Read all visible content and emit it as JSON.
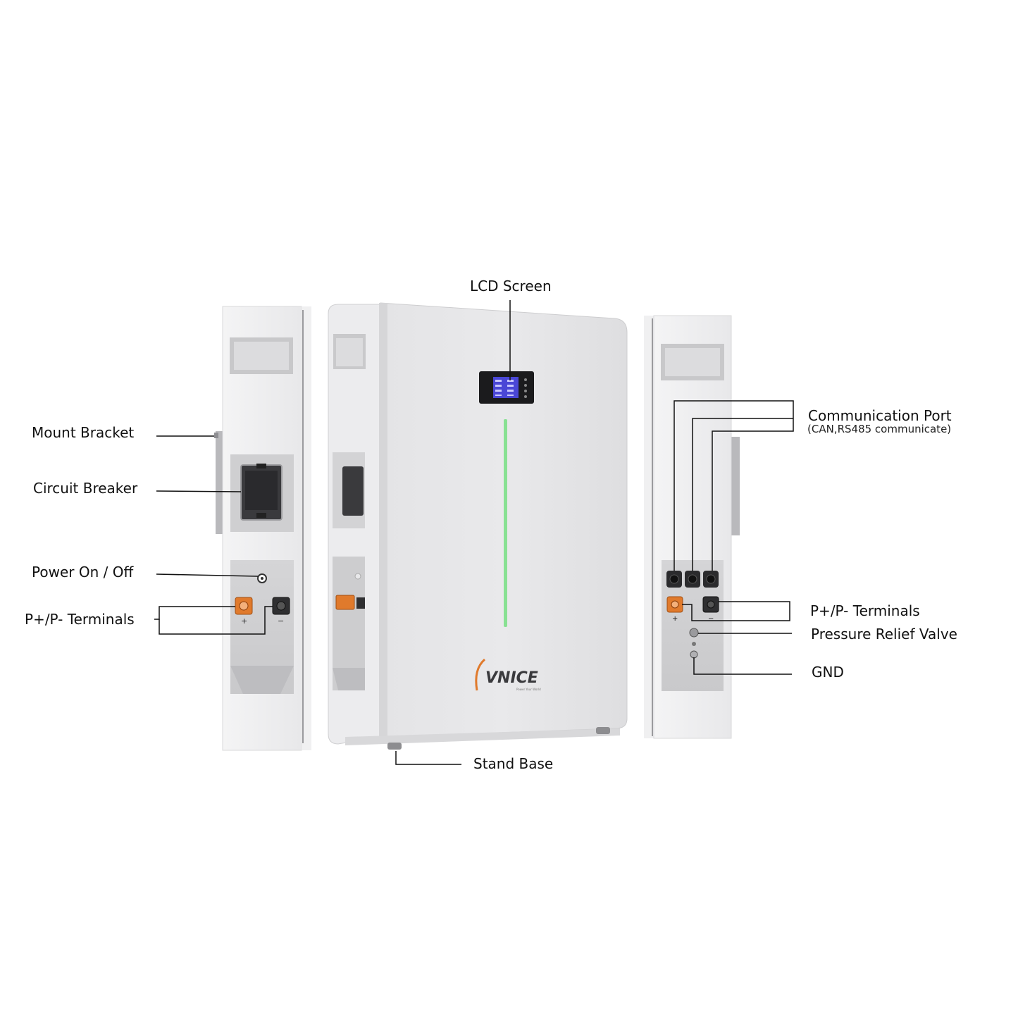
{
  "labels": {
    "lcd_screen": "LCD Screen",
    "mount_bracket": "Mount Bracket",
    "circuit_breaker": "Circuit Breaker",
    "power_on_off": "Power On / Off",
    "terminals_left": "P+/P- Terminals",
    "communication_port": "Communication Port",
    "communication_port_note": "(CAN,RS485 communicate)",
    "terminals_right": "P+/P- Terminals",
    "pressure_relief_valve": "Pressure Relief Valve",
    "gnd": "GND",
    "stand_base": "Stand Base"
  },
  "brand": {
    "logo": "VNICE",
    "tagline": "Power Your World"
  },
  "terminal_marks": {
    "plus": "+",
    "minus": "−"
  },
  "colors": {
    "terminal_orange": "#e07a2c",
    "status_strip": "#7de08a",
    "lcd_blue": "#4a47d6",
    "leader_line": "#111111"
  }
}
